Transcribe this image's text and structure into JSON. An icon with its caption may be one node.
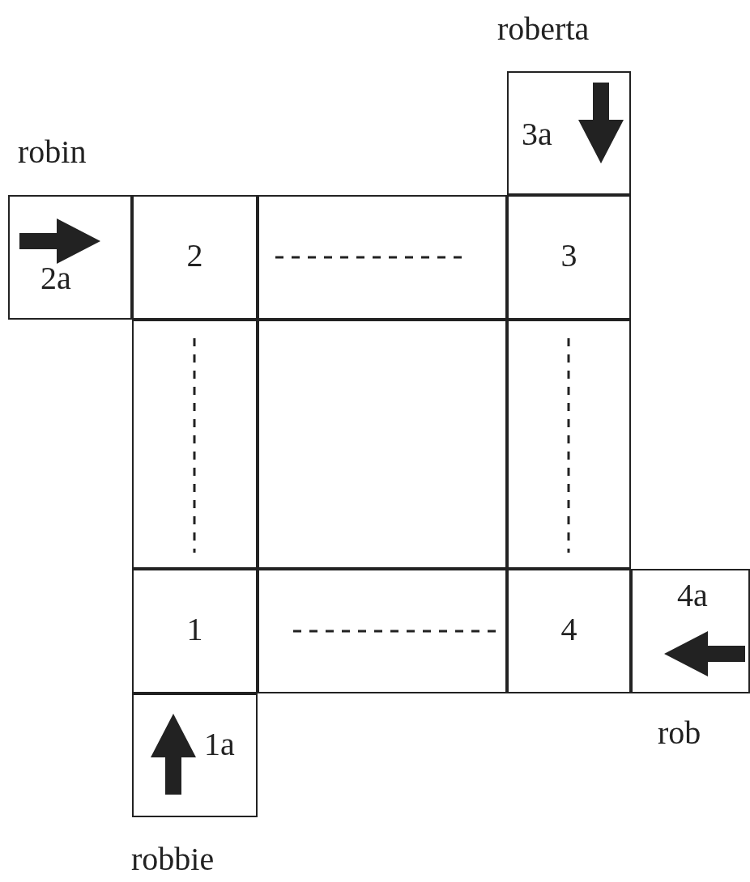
{
  "diagram": {
    "nodes": [
      {
        "text": [
          "3a"
        ],
        "beside": [
          "roberta"
        ]
      },
      {
        "text": [
          "2a"
        ],
        "beside": [
          "robin"
        ]
      },
      {
        "text": [
          "2"
        ]
      },
      {
        "text": [],
        "shape": "box"
      },
      {
        "text": [
          "3"
        ]
      },
      {
        "text": [],
        "shape": "box"
      },
      {
        "text": [],
        "shape": "box"
      },
      {
        "text": [],
        "shape": "box"
      },
      {
        "text": [
          "1"
        ]
      },
      {
        "text": [],
        "shape": "box"
      },
      {
        "text": [
          "4"
        ]
      },
      {
        "text": [
          "4a"
        ],
        "beside": [
          "rob"
        ]
      },
      {
        "text": [
          "1a"
        ],
        "beside": [
          "robbie"
        ]
      }
    ]
  }
}
